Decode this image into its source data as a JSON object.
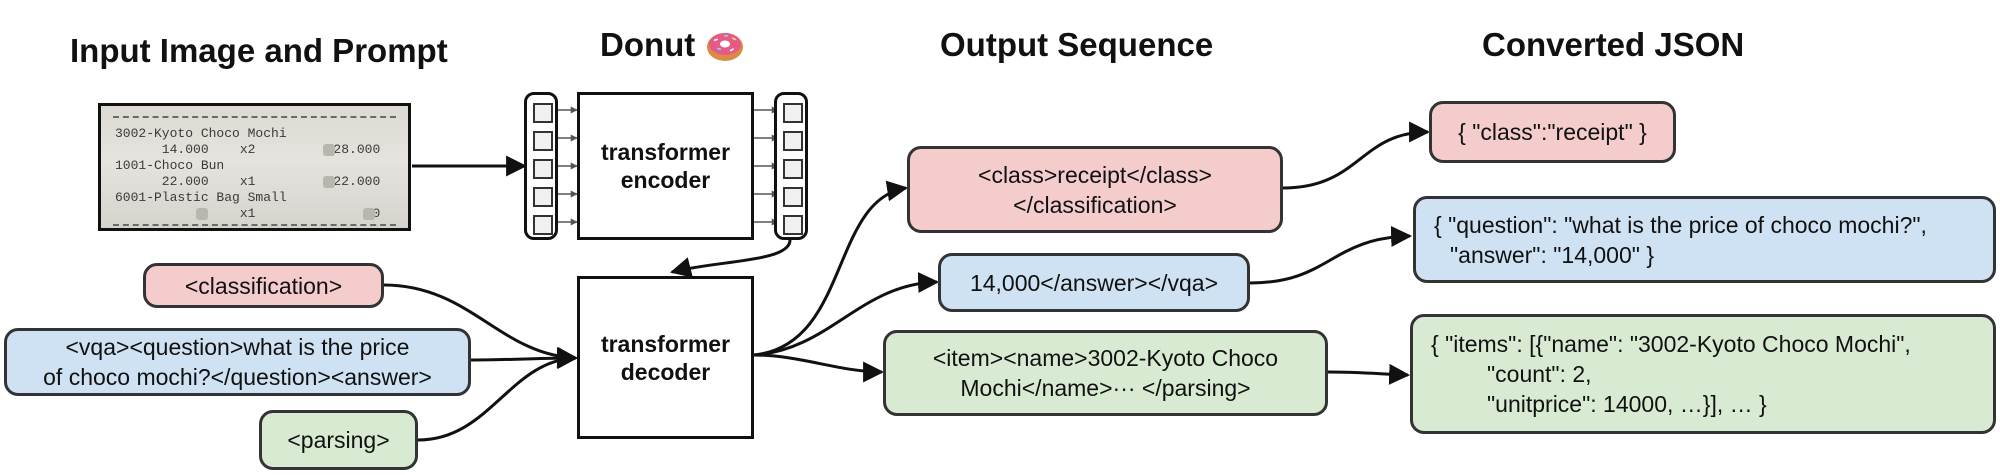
{
  "headings": {
    "input": "Input Image and Prompt",
    "donut": "Donut",
    "donut_icon": "donut-emoji",
    "output": "Output Sequence",
    "json": "Converted JSON"
  },
  "receipt": {
    "lines": [
      "3002-Kyoto Choco Mochi",
      "      14.000    x2          28.000",
      "1001-Choco Bun",
      "      22.000    x1          22.000",
      "6001-Plastic Bag Small",
      "           0    x1               0"
    ]
  },
  "encoder": {
    "line1": "transformer",
    "line2": "encoder"
  },
  "decoder": {
    "line1": "transformer",
    "line2": "decoder"
  },
  "prompts": {
    "classification": "<classification>",
    "vqa_line1": "<vqa><question>what is the price",
    "vqa_line2": "of choco mochi?</question><answer>",
    "parsing": "<parsing>"
  },
  "outputs": {
    "class_line1": "<class>receipt</class>",
    "class_line2": "</classification>",
    "vqa": "14,000</answer></vqa>",
    "parse_line1": "<item><name>3002-Kyoto Choco",
    "parse_line2": "Mochi</name>··· </parsing>"
  },
  "json": {
    "class": "{ \"class\":\"receipt\" }",
    "vqa_line1": "{ \"question\": \"what is the price of choco mochi?\",",
    "vqa_line2": "\"answer\": \"14,000\" }",
    "items_line1": "{ \"items\": [{\"name\": \"3002-Kyoto Choco Mochi\",",
    "items_line2": "\"count\": 2,",
    "items_line3": "\"unitprice\": 14000, …}], … }"
  },
  "colors": {
    "classification": "#f4cccc",
    "vqa": "#cfe2f3",
    "parsing": "#d9ead3",
    "donut_dough": "#e8a15a",
    "donut_icing": "#e65a86"
  }
}
